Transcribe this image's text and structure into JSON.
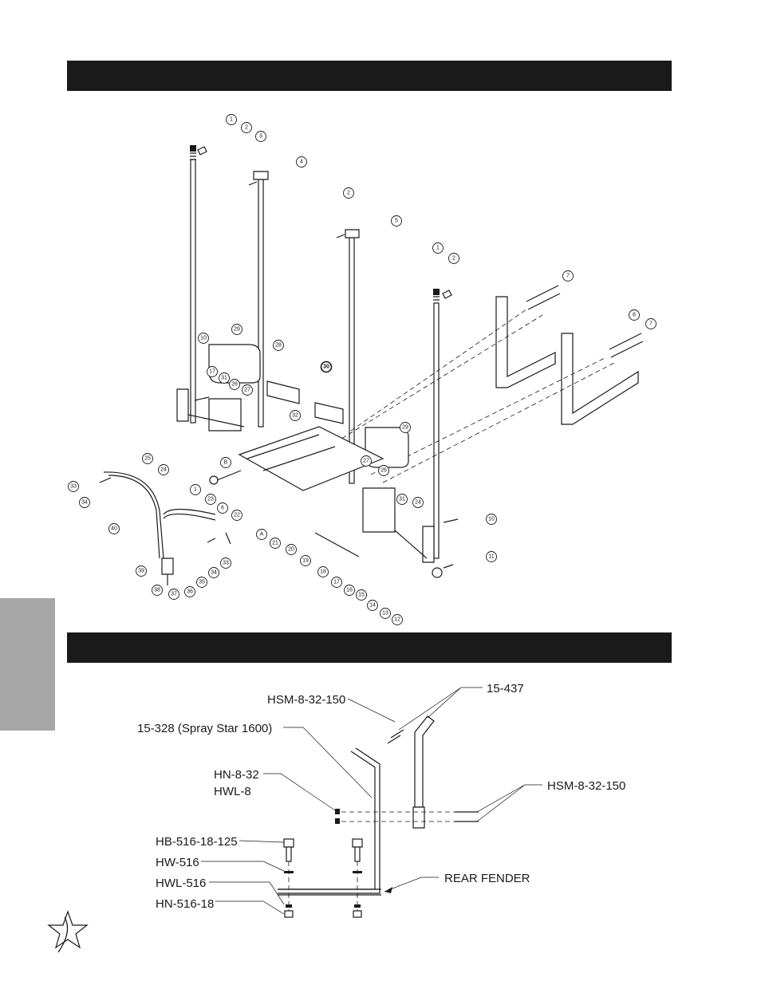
{
  "sections": {
    "top_bar_title": "",
    "bottom_bar_title": ""
  },
  "top_diagram": {
    "callouts": [
      "1",
      "2",
      "3",
      "4",
      "2",
      "5",
      "1",
      "2",
      "7",
      "8",
      "7",
      "29",
      "28",
      "10",
      "17",
      "31",
      "26",
      "27",
      "30",
      "32",
      "25",
      "24",
      "B",
      "29",
      "27",
      "1",
      "23",
      "6",
      "22",
      "26",
      "31",
      "24",
      "10",
      "33",
      "34",
      "40",
      "A",
      "21",
      "20",
      "19",
      "18",
      "17",
      "16",
      "15",
      "14",
      "13",
      "12",
      "11",
      "39",
      "38",
      "37",
      "36",
      "35",
      "34",
      "33"
    ]
  },
  "bottom_diagram": {
    "labels": {
      "hsm_top": "HSM-8-32-150",
      "part_15_437": "15-437",
      "part_15_328": "15-328 (Spray Star 1600)",
      "hn_8_32": "HN-8-32",
      "hwl_8": "HWL-8",
      "hsm_right": "HSM-8-32-150",
      "hb_516": "HB-516-18-125",
      "hw_516": "HW-516",
      "hwl_516": "HWL-516",
      "hn_516": "HN-516-18",
      "rear_fender": "REAR FENDER"
    }
  },
  "icons": {
    "brand_logo": "star-logo-icon"
  }
}
